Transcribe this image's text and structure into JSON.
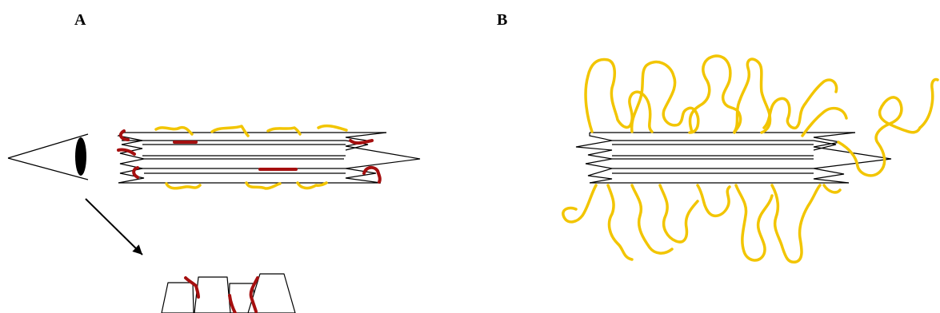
{
  "panels": {
    "a": {
      "label": "A"
    },
    "b": {
      "label": "B"
    }
  },
  "colors": {
    "outline": "#000000",
    "gold_chain": "#F2C500",
    "red_chain": "#A50F0F",
    "background": "#FFFFFF"
  },
  "icons": {
    "eye": "eye-icon",
    "arrow": "arrow-icon",
    "fibril": "fibril-bundle",
    "cross_section": "cross-section-blocks"
  }
}
